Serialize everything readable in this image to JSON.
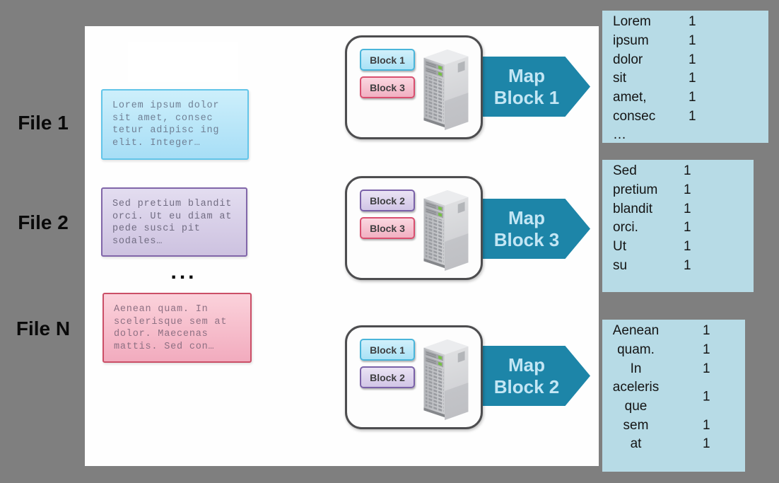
{
  "colors": {
    "background": "#7f7f7f",
    "slide": "#fefefe",
    "map_arrow": "#1d85a8",
    "map_arrow_text": "#c3e6f4",
    "output_box": "#b7dbe6",
    "block_blue_border": "#4ab5da",
    "block_pink_border": "#d94f6f",
    "block_purple_border": "#7a61a8",
    "file_blue_border": "#62c5e9",
    "file_purple_border": "#8166a9",
    "file_pink_border": "#cb4f67"
  },
  "icons": {
    "server": "server-tower-icon"
  },
  "files": [
    {
      "label": "File 1",
      "lines": [
        "Lorem ipsum dolor",
        "sit amet, consec",
        "tetur adipisc ing",
        "elit. Integer…"
      ]
    },
    {
      "label": "File 2",
      "lines": [
        "Sed pretium blandit",
        "orci. Ut eu diam at",
        "pede susci pit",
        "sodales…"
      ]
    },
    {
      "label": "File N",
      "lines": [
        "Aenean quam. In",
        "scelerisque sem at",
        "dolor. Maecenas",
        "mattis. Sed con…"
      ]
    }
  ],
  "files_ellipsis": "...",
  "servers": [
    {
      "blocks": [
        {
          "label": "Block 1"
        },
        {
          "label": "Block 3"
        }
      ],
      "arrow": {
        "line1": "Map",
        "line2": "Block 1"
      }
    },
    {
      "blocks": [
        {
          "label": "Block 2"
        },
        {
          "label": "Block 3"
        }
      ],
      "arrow": {
        "line1": "Map",
        "line2": "Block 3"
      }
    },
    {
      "blocks": [
        {
          "label": "Block 1"
        },
        {
          "label": "Block 2"
        }
      ],
      "arrow": {
        "line1": "Map",
        "line2": "Block 2"
      }
    }
  ],
  "outputs": [
    {
      "rows": [
        [
          "Lorem",
          "1"
        ],
        [
          "ipsum",
          "1"
        ],
        [
          "dolor",
          "1"
        ],
        [
          "sit",
          "1"
        ],
        [
          "amet,",
          "1"
        ],
        [
          "consec",
          "1"
        ],
        [
          "…",
          ""
        ]
      ]
    },
    {
      "rows": [
        [
          "Sed",
          "1"
        ],
        [
          "pretium",
          "1"
        ],
        [
          "blandit",
          "1"
        ],
        [
          "orci.",
          "1"
        ],
        [
          "Ut",
          "1"
        ],
        [
          "su",
          "1"
        ]
      ]
    },
    {
      "rows": [
        [
          "Aenean",
          "1"
        ],
        [
          "quam.",
          "1"
        ],
        [
          "In",
          "1"
        ],
        [
          "aceleris",
          ""
        ],
        [
          "que",
          "1"
        ],
        [
          "sem",
          "1"
        ],
        [
          "at",
          "1"
        ]
      ]
    }
  ]
}
